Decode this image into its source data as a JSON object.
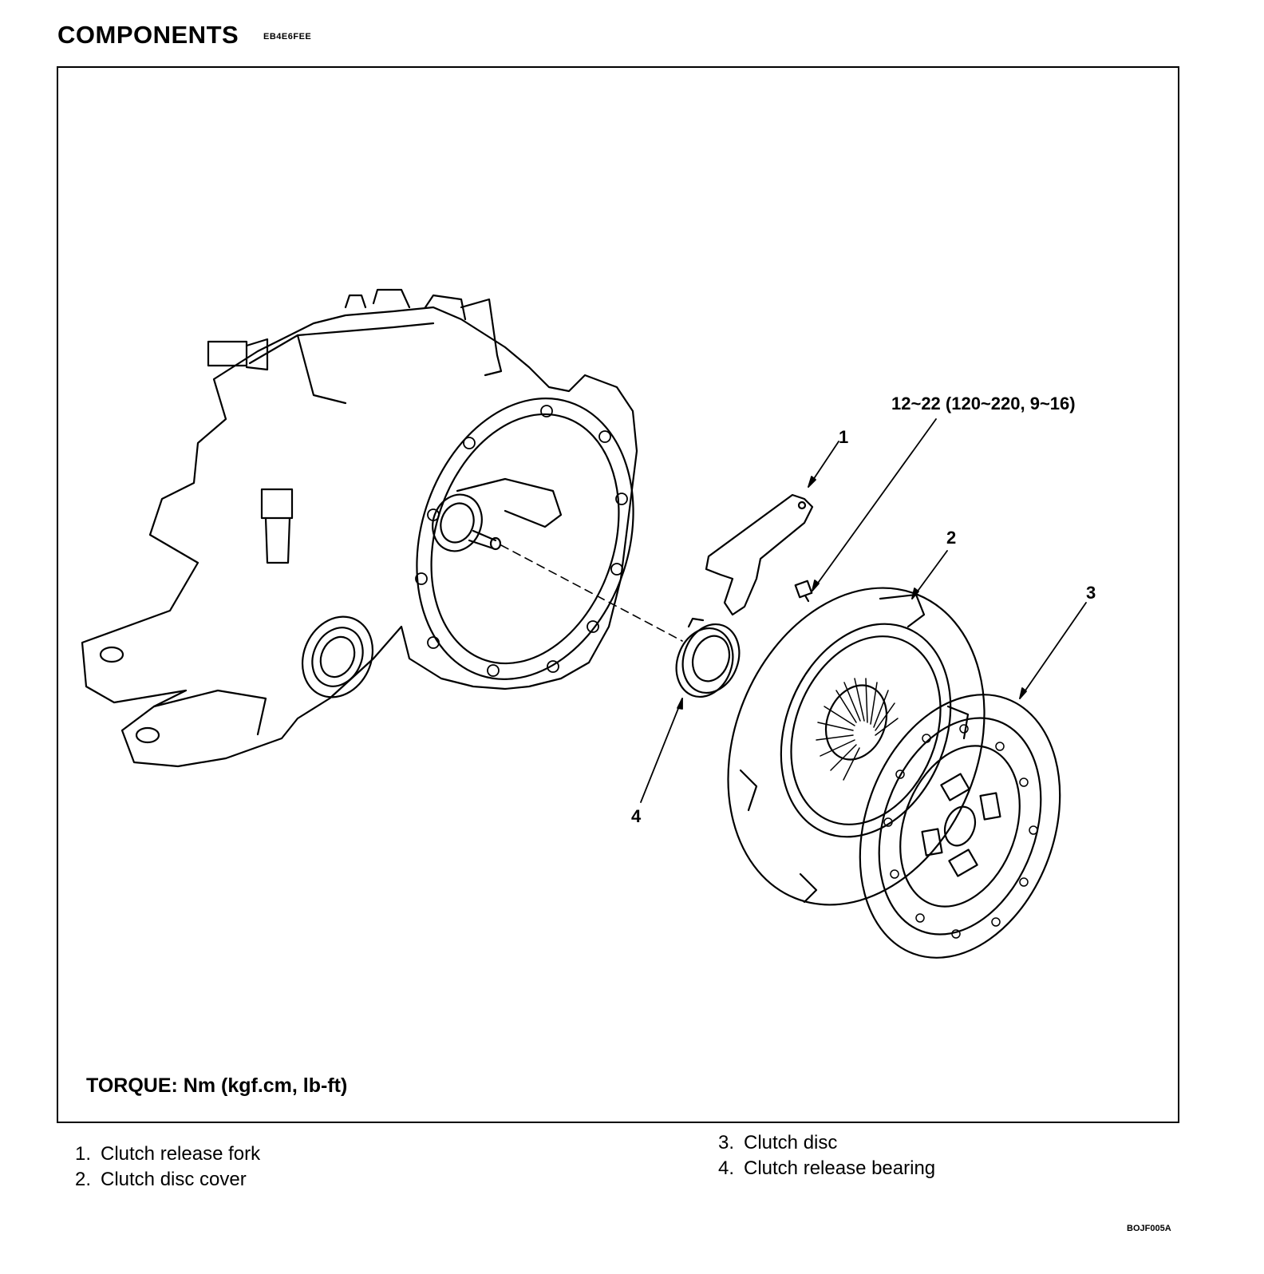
{
  "header": {
    "title": "COMPONENTS",
    "code": "EB4E6FEE"
  },
  "figure": {
    "torque_spec": "12~22 (120~220, 9~16)",
    "torque_note": "TORQUE: Nm (kgf.cm, lb-ft)",
    "callouts": [
      "1",
      "2",
      "3",
      "4"
    ]
  },
  "legend": [
    {
      "num": "1.",
      "label": "Clutch release fork"
    },
    {
      "num": "2.",
      "label": "Clutch disc cover"
    },
    {
      "num": "3.",
      "label": "Clutch disc"
    },
    {
      "num": "4.",
      "label": "Clutch release bearing"
    }
  ],
  "footer": {
    "figure_id": "BOJF005A"
  }
}
